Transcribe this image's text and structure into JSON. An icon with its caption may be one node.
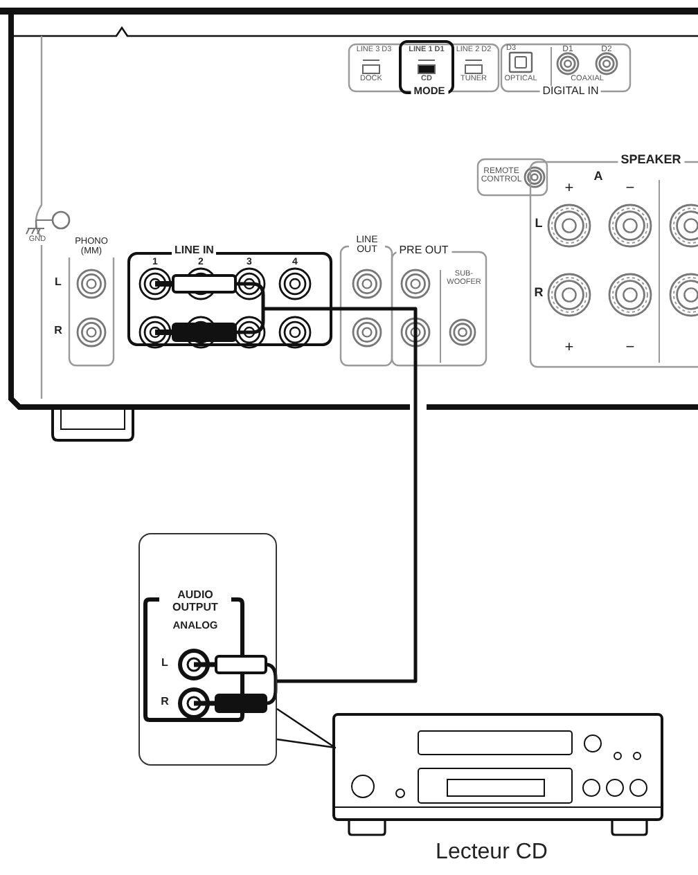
{
  "diagram": {
    "nodes": [
      {
        "text": [
          "LINE IN"
        ]
      },
      {
        "text": [
          "AUDIO OUTPUT",
          "ANALOG"
        ]
      },
      {
        "text": [],
        "shape": "picture",
        "beside": [
          "Lecteur CD"
        ]
      }
    ],
    "edges": [
      {
        "from": 1,
        "to": 0,
        "arrow": "none"
      },
      {
        "from": 1,
        "to": 2,
        "arrow": "none"
      }
    ],
    "labels": [
      "LINE 3 D3",
      "DOCK",
      "LINE 1 D1",
      "CD",
      "LINE 2 D2",
      "TUNER",
      "MODE",
      "D3",
      "OPTICAL",
      "D1",
      "D2",
      "COAXIAL",
      "DIGITAL IN",
      "REMOTE CONTROL",
      "SPEAKER",
      "A",
      "+",
      "−",
      "GND",
      "PHONO (MM)",
      "L",
      "R",
      "1",
      "2",
      "3",
      "4",
      "LINE OUT",
      "PRE OUT",
      "SUB-WOOFER",
      "L",
      "R",
      "+",
      "−",
      "L",
      "R"
    ]
  }
}
